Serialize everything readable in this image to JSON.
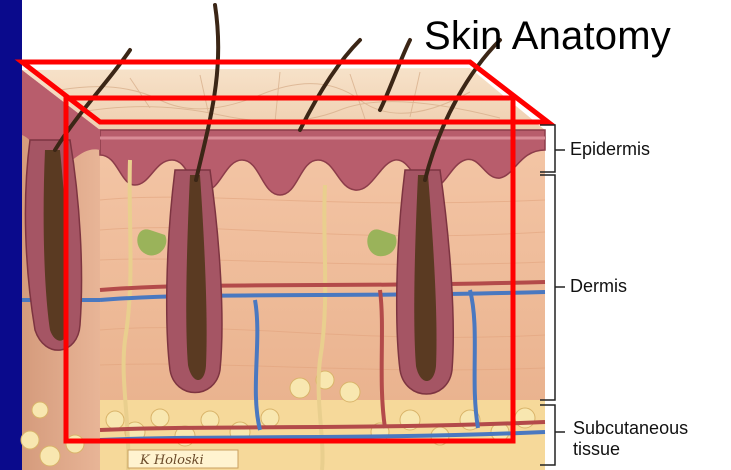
{
  "slide": {
    "title": "Skin Anatomy",
    "signature": "K Holoski",
    "background_color": "#0a0a8c",
    "highlight_color": "#ff0000"
  },
  "layers": [
    {
      "label": "Epidermis"
    },
    {
      "label": "Dermis"
    },
    {
      "label": "Subcutaneous tissue"
    }
  ]
}
